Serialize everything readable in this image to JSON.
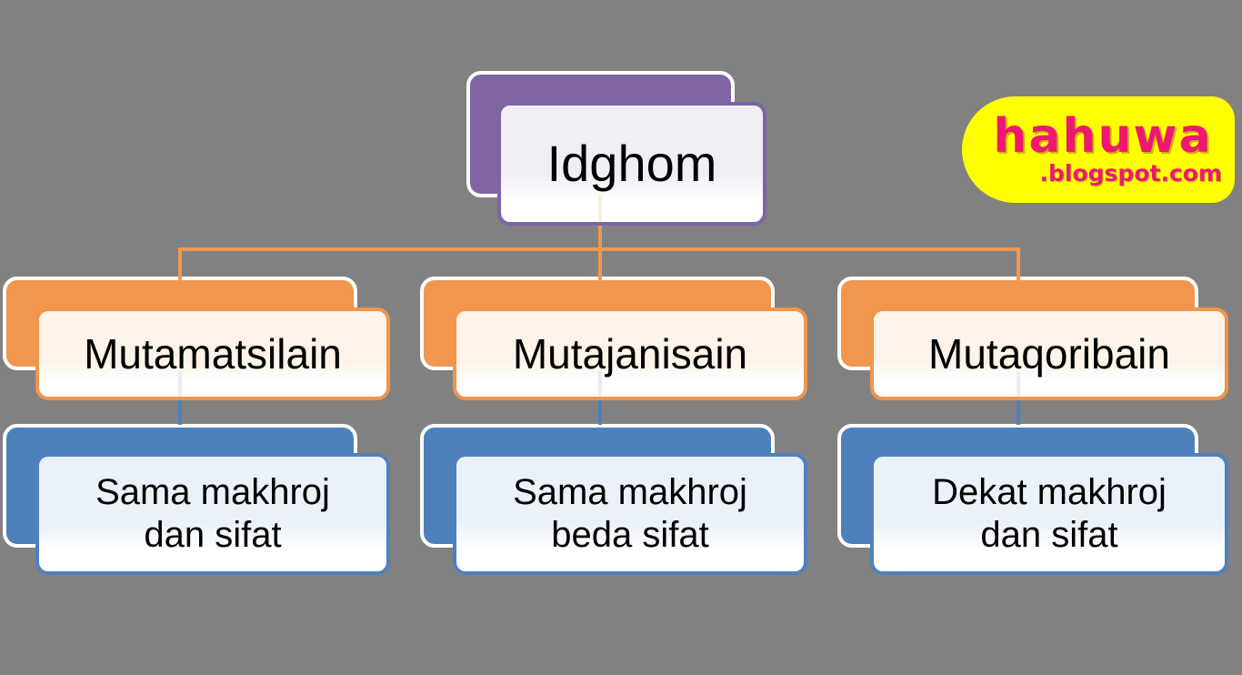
{
  "slide": {
    "background_color": "#818181"
  },
  "diagram": {
    "type": "hierarchy",
    "root": {
      "label": "Idghom"
    },
    "branches": [
      {
        "label": "Mutamatsilain",
        "description_lines": [
          "Sama makhroj",
          "dan sifat"
        ]
      },
      {
        "label": "Mutajanisain",
        "description_lines": [
          "Sama makhroj",
          "beda sifat"
        ]
      },
      {
        "label": "Mutaqoribain",
        "description_lines": [
          "Dekat makhroj",
          "dan sifat"
        ]
      }
    ],
    "colors": {
      "root_fill": "#7F66A3",
      "branch_fill": "#F0964E",
      "description_fill": "#4E81BC",
      "connector_level1": "#F0984F",
      "connector_level2": "#4E81BC",
      "shadow_box_border": "#FFFFFF",
      "text": "#000000"
    }
  },
  "logo": {
    "brand": "hahuwa",
    "domain": ".blogspot.com",
    "background": "#FFFF00",
    "text_color": "#EE1873"
  }
}
